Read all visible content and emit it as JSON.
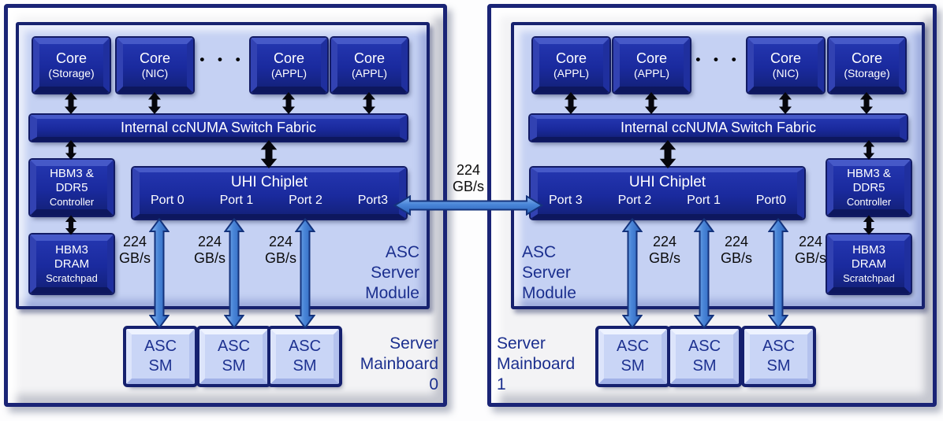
{
  "diagram_title": "Dual server mainboard ASC interconnect diagram",
  "colors": {
    "navy_border": "#1a2476",
    "block_blue": "#1a2a9e",
    "module_fill": "#c5d1f3",
    "board_fill": "#f3f3f5",
    "arrow_blue": "#3f7ed6",
    "label_navy": "#1b2f8e",
    "bandwidth_text": "#0b0b0b"
  },
  "board_link": {
    "value": "224",
    "unit": "GB/s"
  },
  "boards": [
    {
      "board_name_lines": [
        "Server",
        "Mainboard",
        "0"
      ],
      "module_label_lines": [
        "ASC",
        "Server",
        "Module"
      ],
      "cores": [
        {
          "title": "Core",
          "subtitle": "(Storage)"
        },
        {
          "title": "Core",
          "subtitle": "(NIC)"
        },
        {
          "title": "Core",
          "subtitle": "(APPL)"
        },
        {
          "title": "Core",
          "subtitle": "(APPL)"
        }
      ],
      "core_dots": "• • •",
      "fabric_label": "Internal ccNUMA Switch Fabric",
      "hbm_controller_lines": [
        "HBM3 &",
        "DDR5",
        "Controller"
      ],
      "hbm_dram_lines": [
        "HBM3",
        "DRAM",
        "Scratchpad"
      ],
      "uhi_title": "UHI Chiplet",
      "uhi_ports": [
        "Port 0",
        "Port 1",
        "Port 2",
        "Port3"
      ],
      "port_links": [
        {
          "value": "224",
          "unit": "GB/s"
        },
        {
          "value": "224",
          "unit": "GB/s"
        },
        {
          "value": "224",
          "unit": "GB/s"
        }
      ],
      "sm_blocks": [
        {
          "line1": "ASC",
          "line2": "SM"
        },
        {
          "line1": "ASC",
          "line2": "SM"
        },
        {
          "line1": "ASC",
          "line2": "SM"
        }
      ]
    },
    {
      "board_name_lines": [
        "Server",
        "Mainboard",
        "1"
      ],
      "module_label_lines": [
        "ASC",
        "Server",
        "Module"
      ],
      "cores": [
        {
          "title": "Core",
          "subtitle": "(APPL)"
        },
        {
          "title": "Core",
          "subtitle": "(APPL)"
        },
        {
          "title": "Core",
          "subtitle": "(NIC)"
        },
        {
          "title": "Core",
          "subtitle": "(Storage)"
        }
      ],
      "core_dots": "• • •",
      "fabric_label": "Internal ccNUMA Switch Fabric",
      "hbm_controller_lines": [
        "HBM3 &",
        "DDR5",
        "Controller"
      ],
      "hbm_dram_lines": [
        "HBM3",
        "DRAM",
        "Scratchpad"
      ],
      "uhi_title": "UHI Chiplet",
      "uhi_ports": [
        "Port 3",
        "Port 2",
        "Port 1",
        "Port0"
      ],
      "port_links": [
        {
          "value": "224",
          "unit": "GB/s"
        },
        {
          "value": "224",
          "unit": "GB/s"
        },
        {
          "value": "224",
          "unit": "GB/s"
        }
      ],
      "sm_blocks": [
        {
          "line1": "ASC",
          "line2": "SM"
        },
        {
          "line1": "ASC",
          "line2": "SM"
        },
        {
          "line1": "ASC",
          "line2": "SM"
        }
      ]
    }
  ]
}
